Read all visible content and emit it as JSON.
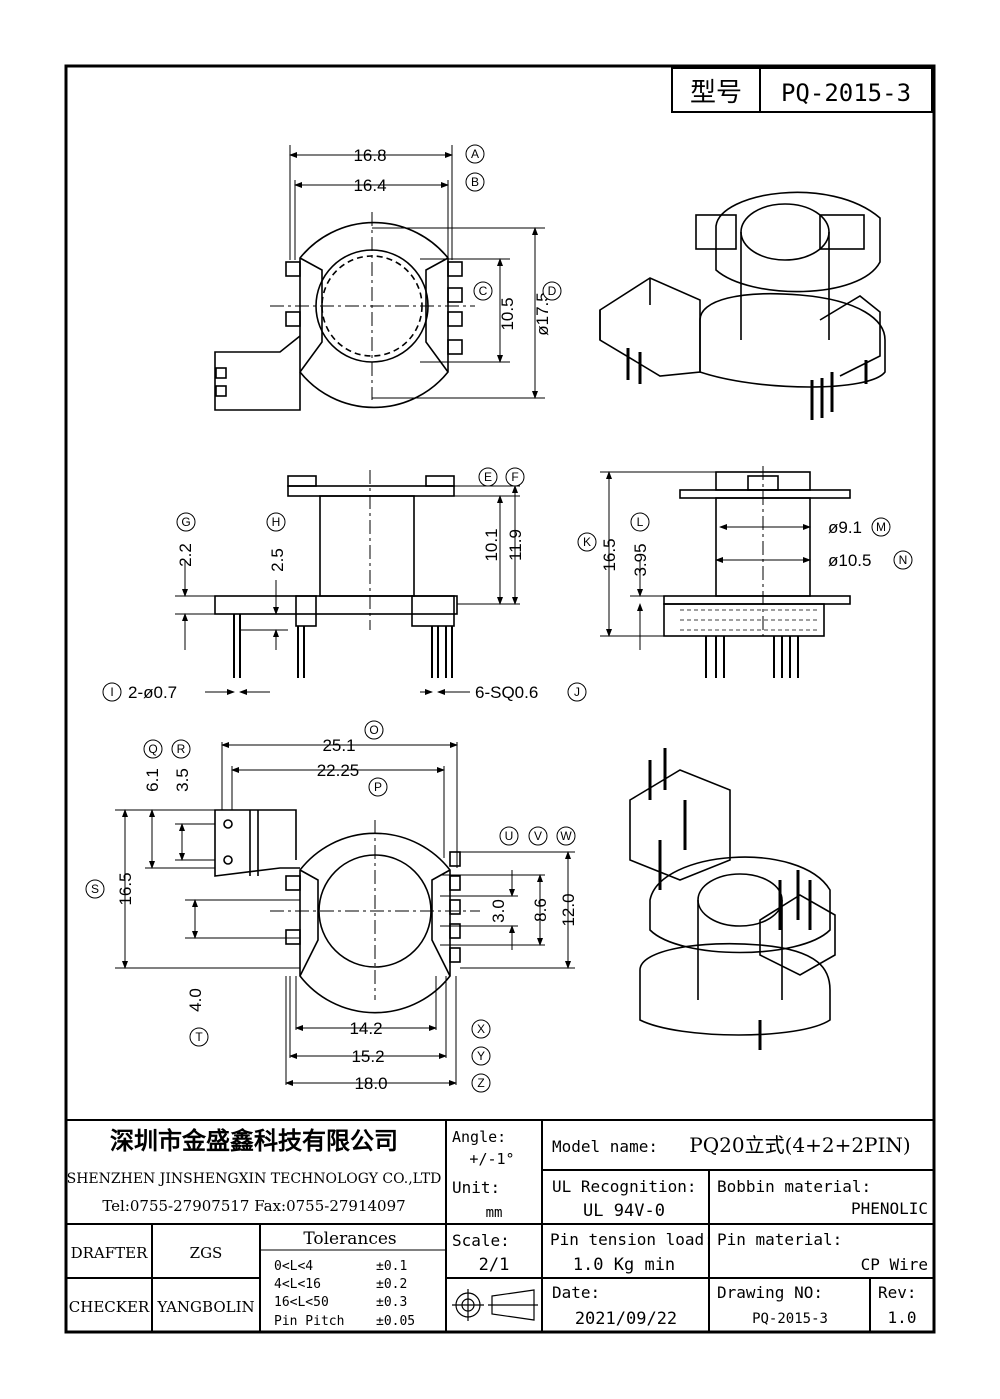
{
  "header": {
    "model_label": "型号",
    "model_value": "PQ-2015-3"
  },
  "dims": {
    "top_view": {
      "A": "16.8",
      "B": "16.4",
      "C": "10.5",
      "D": "ø17.5"
    },
    "side_view": {
      "G": "2.2",
      "H": "2.5",
      "E_F_1": "10.1",
      "E_F_2": "11.9",
      "I": "2-ø0.7",
      "J": "6-SQ0.6"
    },
    "front_view": {
      "K": "16.5",
      "L": "3.95",
      "M": "ø9.1",
      "N": "ø10.5"
    },
    "bottom_view": {
      "O": "25.1",
      "P": "22.25",
      "Q": "6.1",
      "R": "3.5",
      "S": "16.5",
      "T": "4.0",
      "U": "3.0",
      "V": "8.6",
      "W": "12.0",
      "X": "14.2",
      "Y": "15.2",
      "Z": "18.0"
    },
    "callouts": [
      "A",
      "B",
      "C",
      "D",
      "E",
      "F",
      "G",
      "H",
      "I",
      "J",
      "K",
      "L",
      "M",
      "N",
      "O",
      "P",
      "Q",
      "R",
      "S",
      "T",
      "U",
      "V",
      "W",
      "X",
      "Y",
      "Z"
    ]
  },
  "title_block": {
    "company_cn": "深圳市金盛鑫科技有限公司",
    "company_en": "SHENZHEN JINSHENGXIN TECHNOLOGY CO.,LTD",
    "contact": "Tel:0755-27907517  Fax:0755-27914097",
    "angle_label": "Angle:",
    "angle_value": "+/-1°",
    "unit_label": "Unit:",
    "unit_value": "mm",
    "scale_label": "Scale:",
    "scale_value": "2/1",
    "model_name_label": "Model name:",
    "model_name_value": "PQ20立式(4+2+2PIN)",
    "ul_label": "UL Recognition:",
    "ul_value": "UL 94V-0",
    "bobbin_label": "Bobbin material:",
    "bobbin_value": "PHENOLIC",
    "pin_tension_label": "Pin tension load:",
    "pin_tension_value": "1.0 Kg min",
    "pin_material_label": "Pin material:",
    "pin_material_value": "CP Wire",
    "date_label": "Date:",
    "date_value": "2021/09/22",
    "drawing_no_label": "Drawing NO:",
    "drawing_no_value": "PQ-2015-3",
    "rev_label": "Rev:",
    "rev_value": "1.0",
    "drafter_label": "DRAFTER",
    "drafter_value": "ZGS",
    "checker_label": "CHECKER",
    "checker_value": "YANGBOLIN",
    "tolerances_title": "Tolerances",
    "tolerances": [
      {
        "range": "0<L<4",
        "value": "±0.1"
      },
      {
        "range": "4<L<16",
        "value": "±0.2"
      },
      {
        "range": "16<L<50",
        "value": "±0.3"
      },
      {
        "range": "Pin Pitch",
        "value": "±0.05"
      }
    ]
  }
}
